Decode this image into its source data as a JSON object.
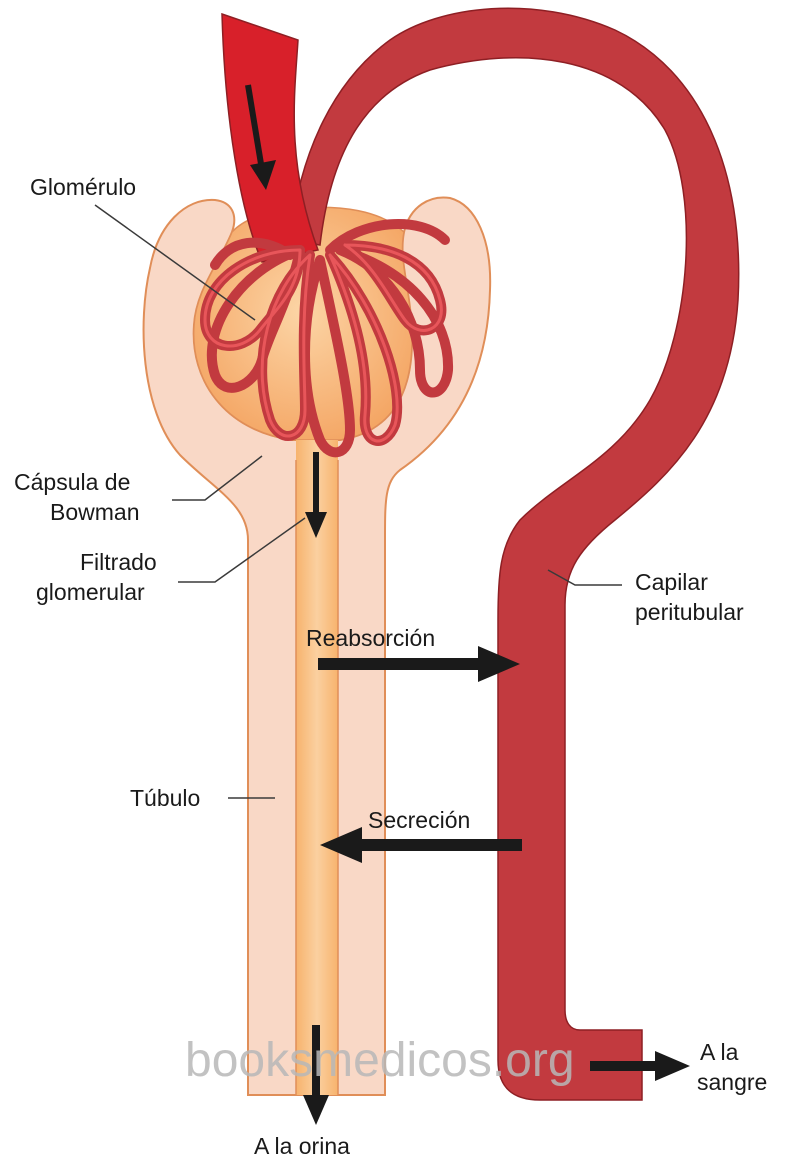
{
  "labels": {
    "glomerulo": "Glomérulo",
    "capsula_line1": "Cápsula de",
    "capsula_line2": "Bowman",
    "filtrado_line1": "Filtrado",
    "filtrado_line2": "glomerular",
    "capilar_line1": "Capilar",
    "capilar_line2": "peritubular",
    "reabsorcion": "Reabsorción",
    "secrecion": "Secreción",
    "tubulo": "Túbulo",
    "a_la_sangre_line1": "A la",
    "a_la_sangre_line2": "sangre",
    "a_la_orina": "A la orina"
  },
  "watermark": "booksmedicos.org",
  "colors": {
    "vessel": "#c23a3f",
    "vessel_dark": "#8e1f24",
    "afferent": "#d8202a",
    "capsule_wall": "#f9d8c6",
    "capsule_outline": "#e08e58",
    "filtrate": "#f5a85f",
    "arrow": "#1a1a1a"
  }
}
